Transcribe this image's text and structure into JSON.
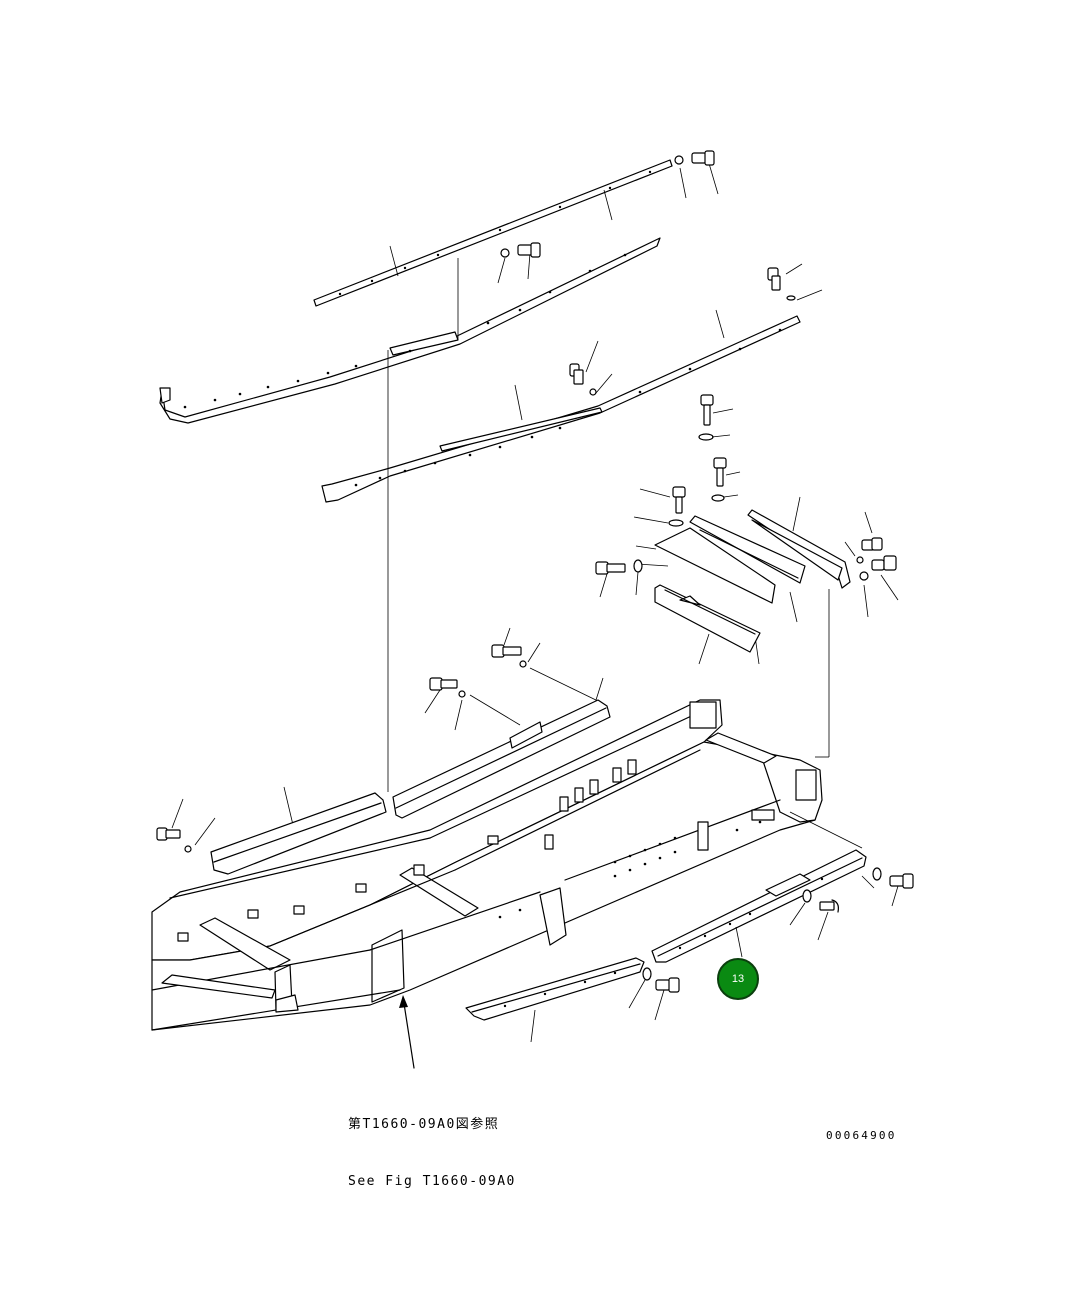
{
  "reference_note": {
    "line_jp": "第T1660-09A0図参照",
    "line_en": "See Fig T1660-09A0"
  },
  "drawing_number": "00064900",
  "callouts": [
    {
      "label": "13",
      "color": "#0a8a12"
    }
  ]
}
